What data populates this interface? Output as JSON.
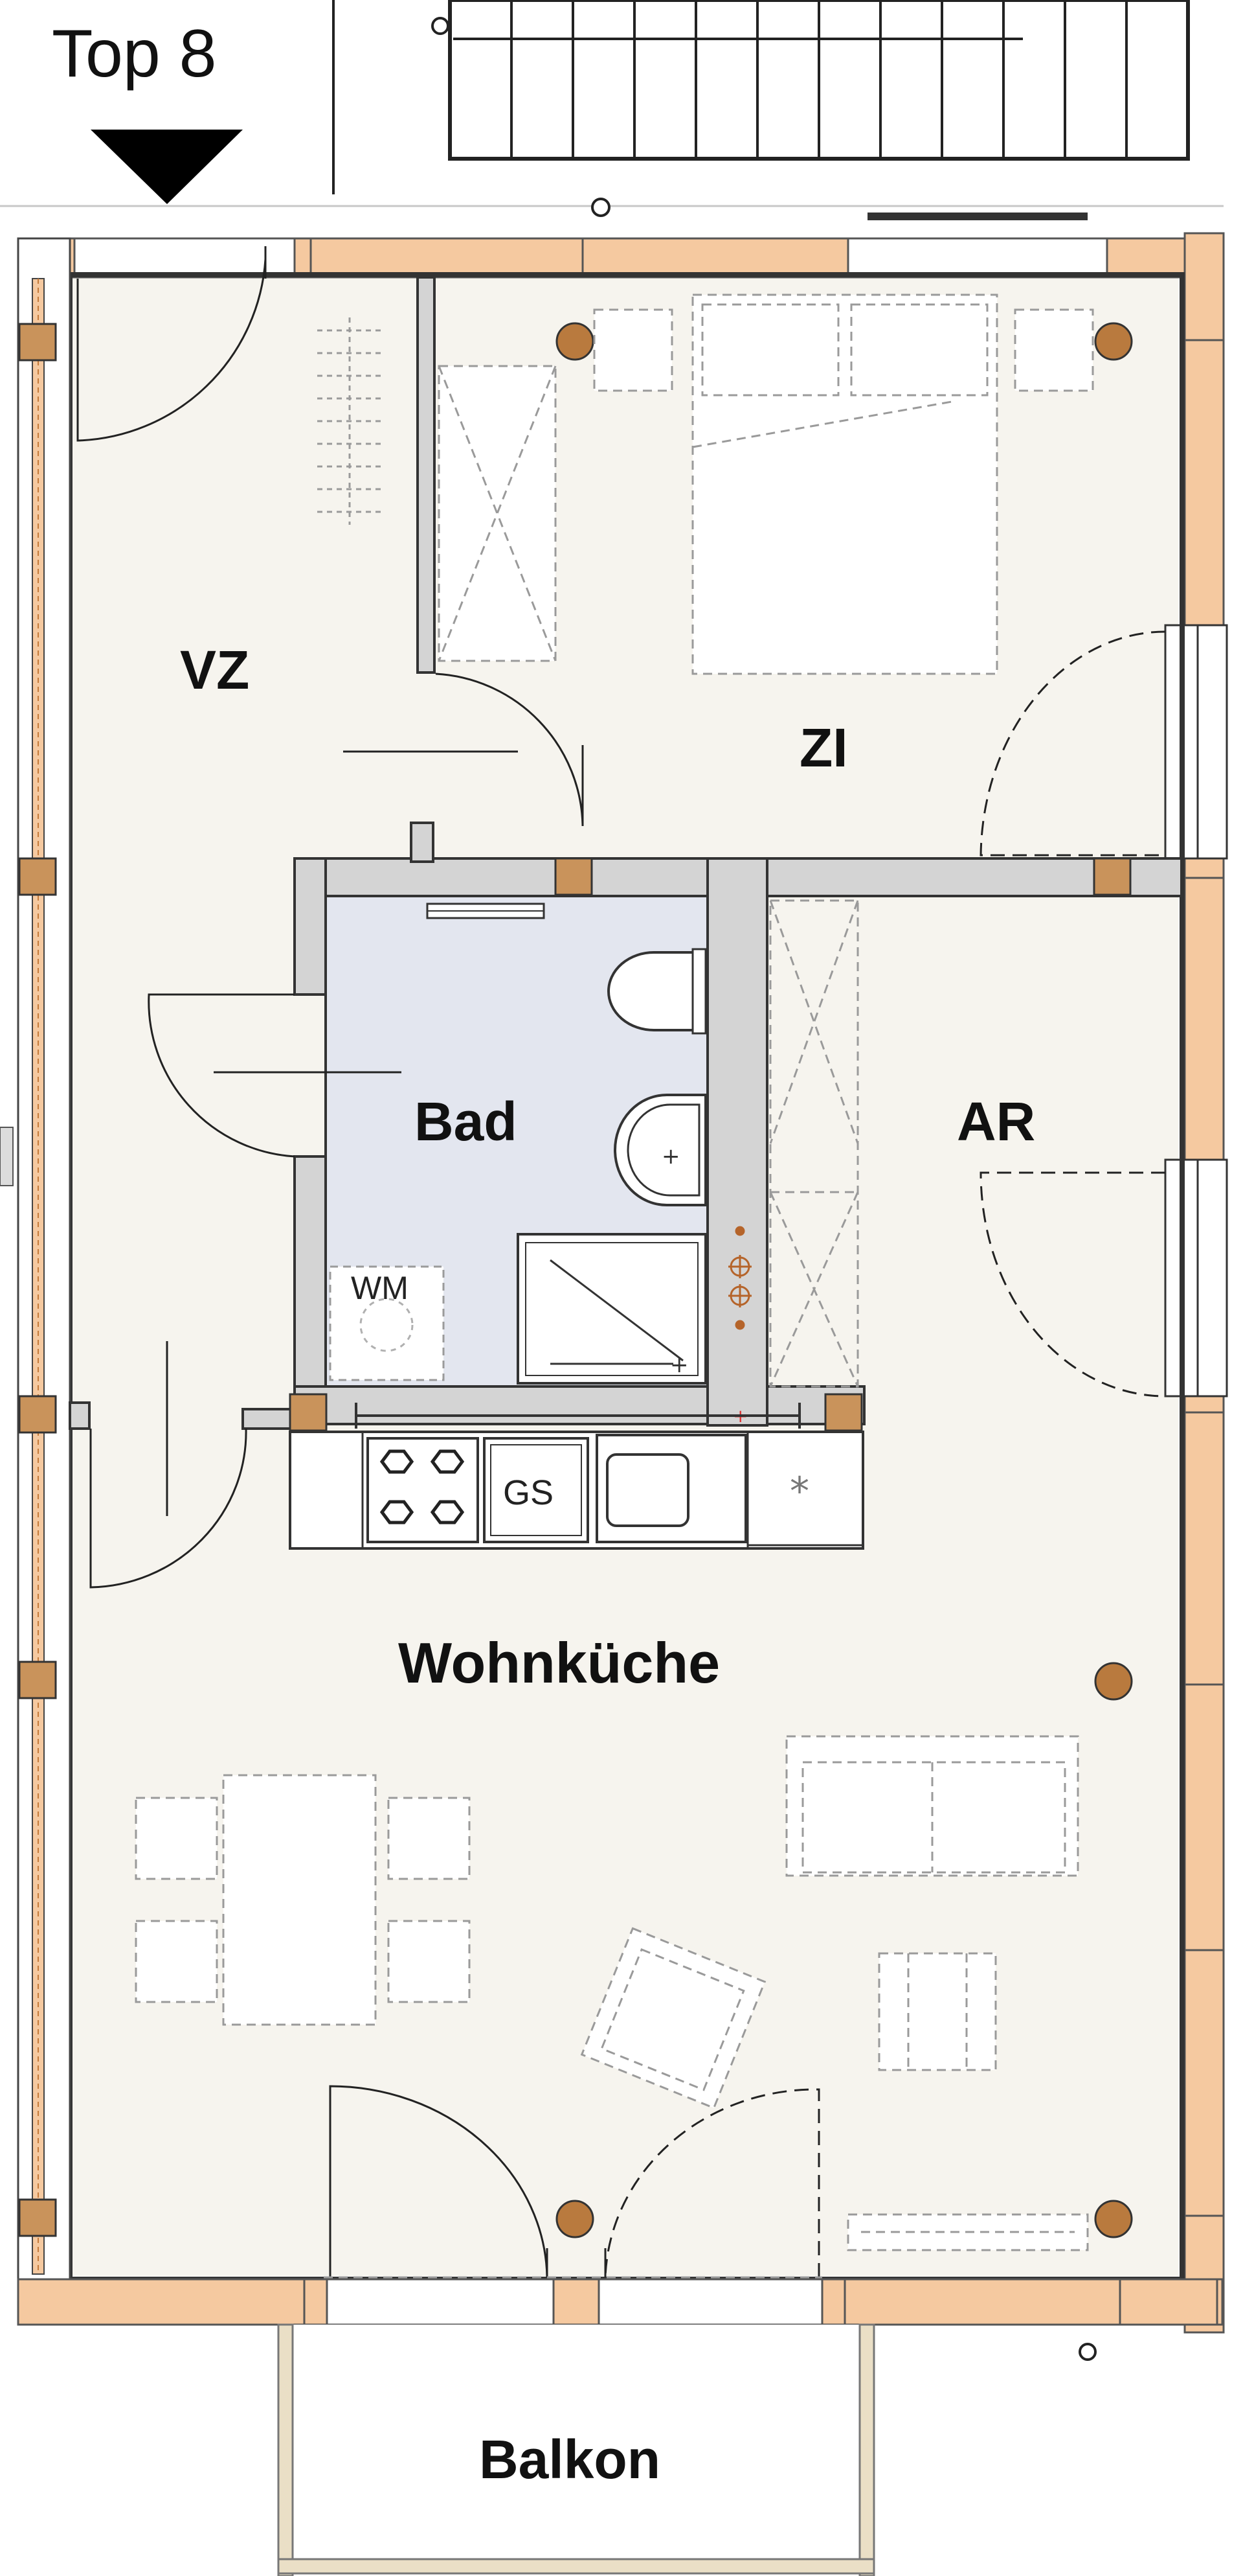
{
  "header": {
    "unit_label": "Top 8"
  },
  "rooms": {
    "vz": "VZ",
    "zi": "ZI",
    "bad": "Bad",
    "ar": "AR",
    "wohnkueche": "Wohnküche",
    "balkon": "Balkon"
  },
  "fixtures": {
    "wm": "WM",
    "gs": "GS"
  },
  "colors": {
    "floor": "#f6f4ee",
    "bath": "#e3e6ef",
    "wall": "#d4d4d4",
    "outer_wall": "#f5c9a0",
    "column": "#c9935b",
    "column_round": "#b97a3e",
    "arrow": "#000000"
  }
}
